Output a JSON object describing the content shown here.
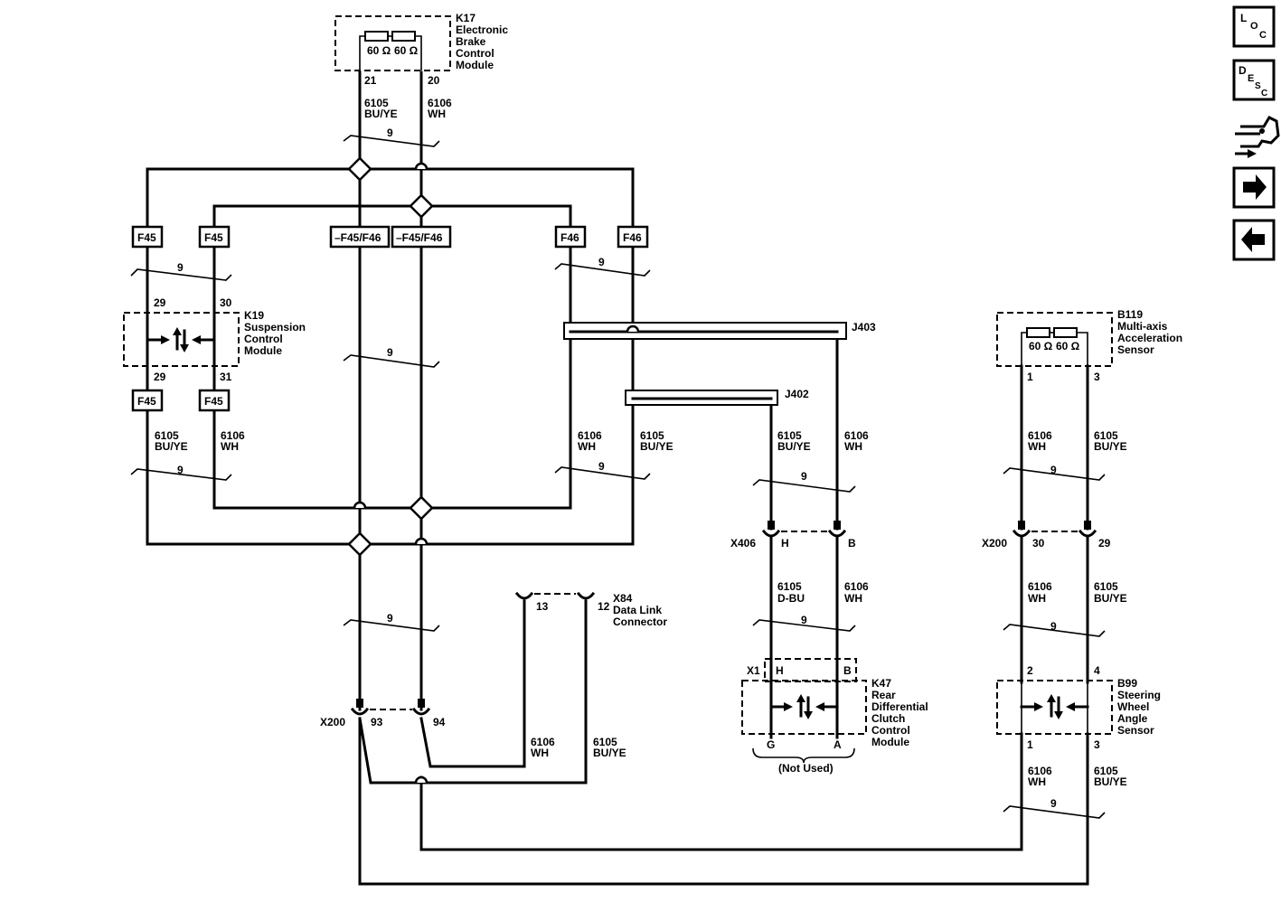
{
  "components": {
    "k17": {
      "name": "K17",
      "desc": [
        "Electronic",
        "Brake",
        "Control",
        "Module"
      ],
      "res1": "60 Ω",
      "res2": "60 Ω",
      "pin_a": "21",
      "pin_b": "20"
    },
    "k19": {
      "name": "K19",
      "desc": [
        "Suspension",
        "Control",
        "Module"
      ],
      "pin_tl": "29",
      "pin_tr": "30",
      "pin_bl": "29",
      "pin_br": "31"
    },
    "b119": {
      "name": "B119",
      "desc": [
        "Multi-axis",
        "Acceleration",
        "Sensor"
      ],
      "res1": "60 Ω",
      "res2": "60 Ω",
      "pin_a": "1",
      "pin_b": "3"
    },
    "k47": {
      "name": "K47",
      "desc": [
        "Rear",
        "Differential",
        "Clutch",
        "Control",
        "Module"
      ],
      "x1": "X1",
      "pin_h": "H",
      "pin_b": "B",
      "pin_g": "G",
      "pin_a": "A",
      "note": "(Not Used)"
    },
    "b99": {
      "name": "B99",
      "desc": [
        "Steering",
        "Wheel",
        "Angle",
        "Sensor"
      ],
      "pin_tl": "2",
      "pin_tr": "4",
      "pin_bl": "1",
      "pin_br": "3"
    },
    "x84": {
      "name": "X84",
      "desc": [
        "Data Link",
        "Connector"
      ],
      "pin_a": "13",
      "pin_b": "12"
    }
  },
  "connectors": {
    "x200_bottom": {
      "name": "X200",
      "pin_a": "93",
      "pin_b": "94"
    },
    "x406": {
      "name": "X406",
      "pin_a": "H",
      "pin_b": "B"
    },
    "x200_right": {
      "name": "X200",
      "pin_a": "30",
      "pin_b": "29"
    }
  },
  "splices": {
    "j403": "J403",
    "j402": "J402"
  },
  "fuses": {
    "f45": "F45",
    "f46": "F46",
    "f45f46": "–F45/F46"
  },
  "wires": {
    "w6105_buye": [
      "6105",
      "BU/YE"
    ],
    "w6106_wh": [
      "6106",
      "WH"
    ],
    "w6105_dbu": [
      "6105",
      "D-BU"
    ]
  },
  "twist": "9",
  "nav": {
    "loc": [
      "L",
      "O",
      "C"
    ],
    "desc": [
      "D",
      "E",
      "S",
      "C"
    ]
  },
  "colors": {
    "line": "#000000",
    "background": "#ffffff"
  }
}
